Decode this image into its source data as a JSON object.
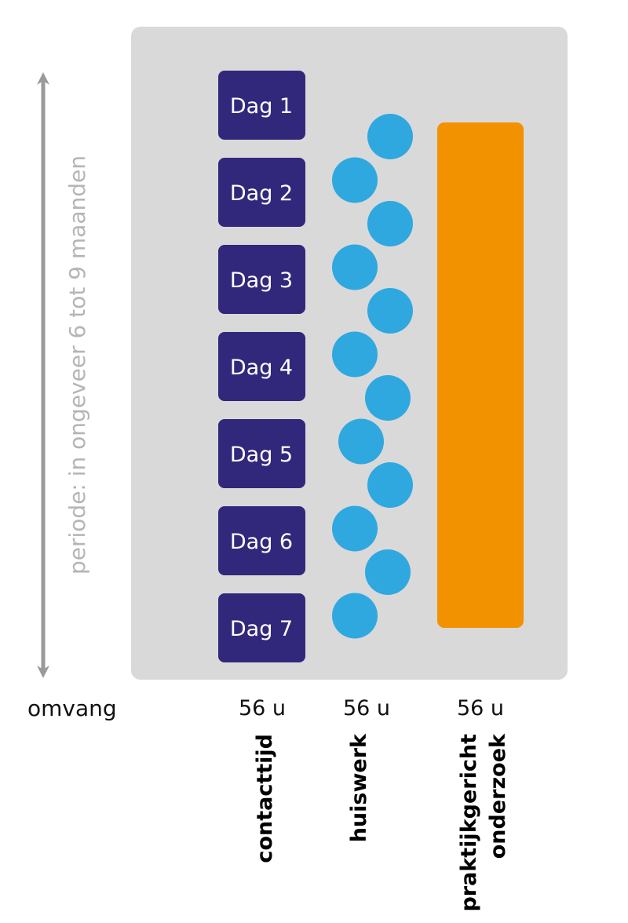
{
  "period_label": "periode: in ongeveer 6 tot 9 maanden",
  "days": [
    "Dag 1",
    "Dag 2",
    "Dag 3",
    "Dag 4",
    "Dag 5",
    "Dag 6",
    "Dag 7"
  ],
  "homework_sessions": 12,
  "omvang_label": "omvang",
  "columns": [
    {
      "amount": "56 u",
      "label_lines": [
        "contacttijd"
      ]
    },
    {
      "amount": "56 u",
      "label_lines": [
        "huiswerk"
      ]
    },
    {
      "amount": "56 u",
      "label_lines": [
        "praktijkgericht",
        "onderzoek"
      ]
    }
  ],
  "colors": {
    "panel": "#d9d9d9",
    "day": "#31287c",
    "homework": "#2fa8e0",
    "research": "#f39200",
    "arrow": "#9a9a9a",
    "period_text": "#b5b5b5"
  }
}
